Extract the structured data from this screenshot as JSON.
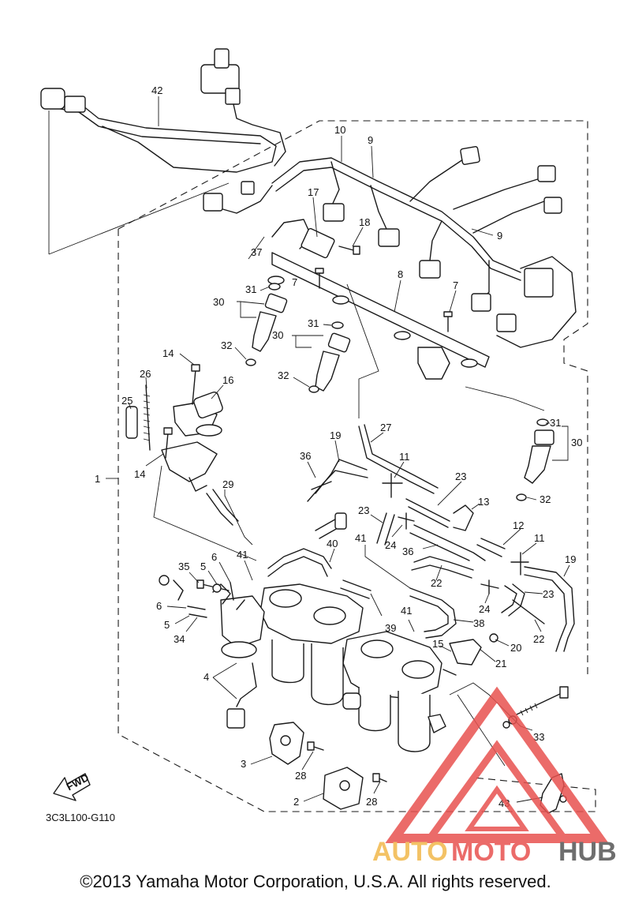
{
  "diagram": {
    "drawing_code": "3C3L100-G110",
    "fwd_label": "FWD",
    "copyright": "©2013 Yamaha Motor Corporation, U.S.A. All rights reserved.",
    "watermark": {
      "part1": "AUTO",
      "part2": "MOTO",
      "part3": "HUB",
      "colors": {
        "auto": "#f2b84b",
        "moto": "#e8524f",
        "hub": "#555555",
        "logo": "#e8524f"
      }
    },
    "callouts": {
      "n1": "1",
      "n2": "2",
      "n3": "3",
      "n4": "4",
      "n5a": "5",
      "n5b": "5",
      "n6a": "6",
      "n6b": "6",
      "n7a": "7",
      "n7b": "7",
      "n8": "8",
      "n9a": "9",
      "n9b": "9",
      "n10": "10",
      "n11a": "11",
      "n11b": "11",
      "n12": "12",
      "n13": "13",
      "n14a": "14",
      "n14b": "14",
      "n15": "15",
      "n16": "16",
      "n17": "17",
      "n18": "18",
      "n19a": "19",
      "n19b": "19",
      "n20": "20",
      "n21": "21",
      "n22a": "22",
      "n22b": "22",
      "n23a": "23",
      "n23b": "23",
      "n23c": "23",
      "n24a": "24",
      "n24b": "24",
      "n25": "25",
      "n26": "26",
      "n27": "27",
      "n28a": "28",
      "n28b": "28",
      "n29": "29",
      "n30a": "30",
      "n30b": "30",
      "n30c": "30",
      "n31a": "31",
      "n31b": "31",
      "n31c": "31",
      "n32a": "32",
      "n32b": "32",
      "n32c": "32",
      "n33": "33",
      "n34": "34",
      "n35": "35",
      "n36a": "36",
      "n36b": "36",
      "n37": "37",
      "n38": "38",
      "n39": "39",
      "n40": "40",
      "n41a": "41",
      "n41b": "41",
      "n41c": "41",
      "n42": "42",
      "n43": "43"
    }
  }
}
